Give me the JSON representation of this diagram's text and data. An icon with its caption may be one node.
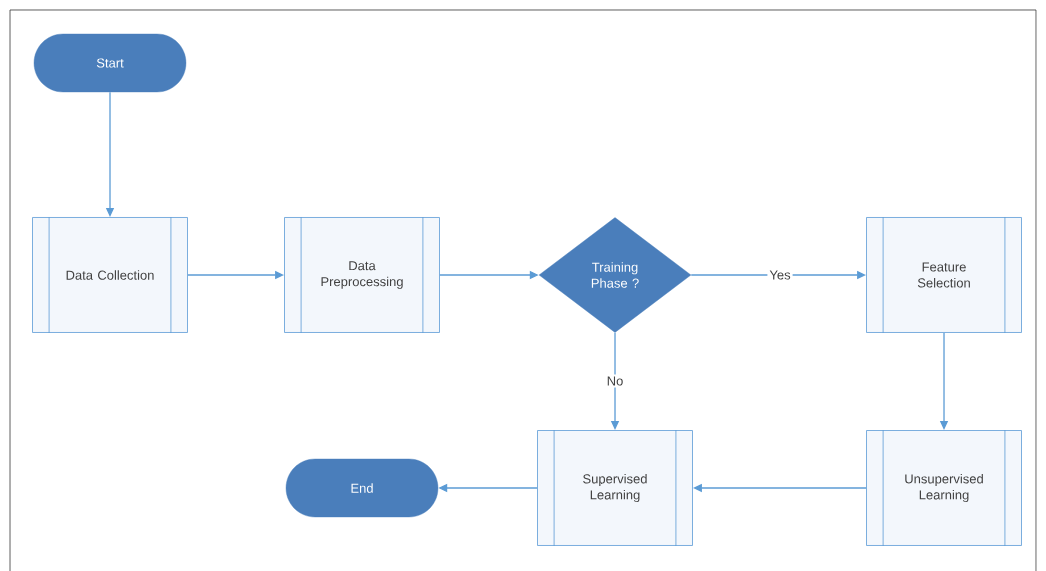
{
  "diagram": {
    "nodes": [
      {
        "text": [
          "Start"
        ]
      },
      {
        "text": [
          "Data Collection"
        ]
      },
      {
        "text": [
          "Data Preprocessing"
        ]
      },
      {
        "text": [
          "Training Phase ?"
        ]
      },
      {
        "text": [
          "Feature Selection"
        ]
      },
      {
        "text": [
          "Unsupervised Learning"
        ]
      },
      {
        "text": [
          "Supervised Learning"
        ]
      },
      {
        "text": [
          "End"
        ]
      }
    ],
    "edges": [
      {
        "from": 0,
        "to": 1,
        "arrow": "to"
      },
      {
        "from": 1,
        "to": 2,
        "arrow": "to"
      },
      {
        "from": 2,
        "to": 3,
        "arrow": "to"
      },
      {
        "from": 3,
        "to": 4,
        "arrow": "to",
        "label": "Yes"
      },
      {
        "from": 3,
        "to": 6,
        "arrow": "to",
        "label": "No"
      },
      {
        "from": 4,
        "to": 5,
        "arrow": "to"
      },
      {
        "from": 5,
        "to": 6,
        "arrow": "to"
      },
      {
        "from": 6,
        "to": 7,
        "arrow": "to"
      }
    ]
  }
}
